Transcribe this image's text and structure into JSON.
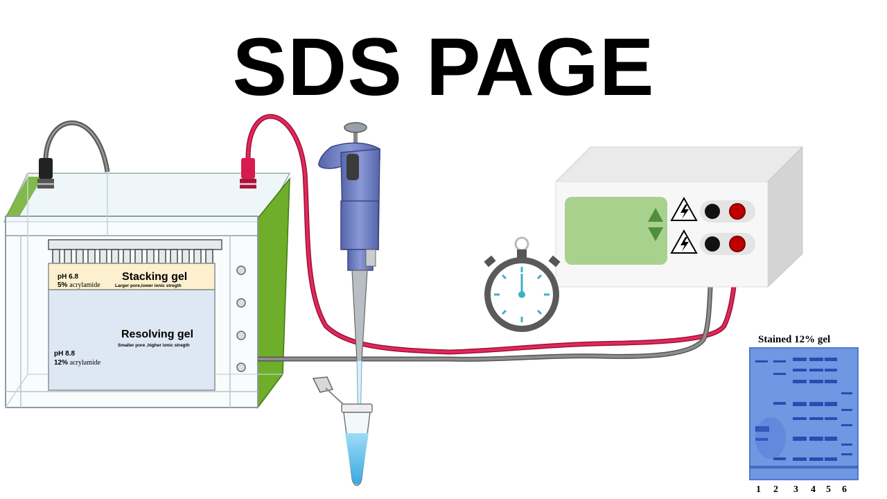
{
  "title": "SDS PAGE",
  "stacking_gel": {
    "label": "Stacking gel",
    "ph": "pH 6.8",
    "acrylamide_pct": "5%",
    "acrylamide_word": "acrylamide",
    "note": "Larger pore,lower ionic stregth"
  },
  "resolving_gel": {
    "label": "Resolving gel",
    "ph": "pH 8.8",
    "acrylamide_pct": "12%",
    "acrylamide_word": "acrylamide",
    "note": "Smaller pore ,higher ionic stregth"
  },
  "stained_gel": {
    "title": "Stained 12% gel",
    "lanes": [
      "1",
      "2",
      "3",
      "4",
      "5",
      "6"
    ]
  },
  "colors": {
    "tank_green": "#6eae2a",
    "lead_red": "#d81b4f",
    "lead_gray": "#7d7d7d",
    "display_green": "#a9d18e",
    "pipette_blue": "#6f7fc2",
    "gel_blue": "#5b86d8",
    "timer_teal": "#3fb0c8"
  },
  "icons": [
    "pipette-icon",
    "stopwatch-icon",
    "high-voltage-icon",
    "microtube-icon",
    "power-supply-icon"
  ]
}
